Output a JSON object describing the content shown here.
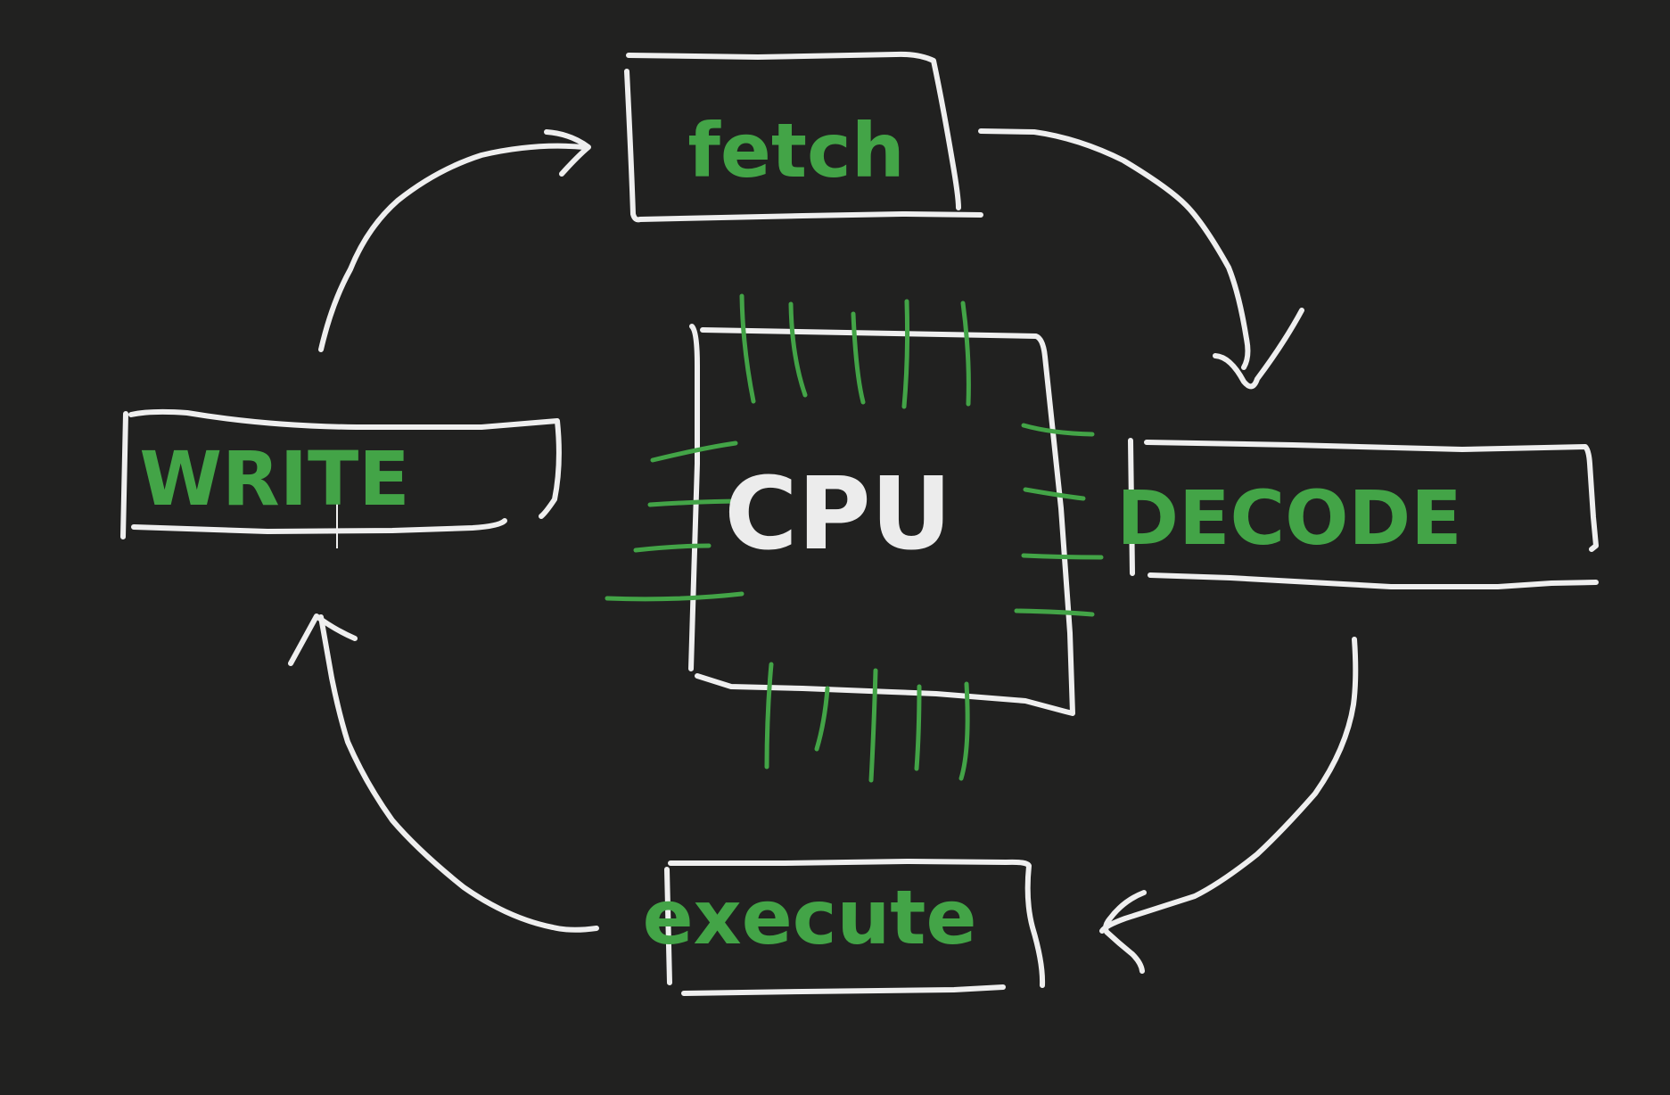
{
  "diagram": {
    "center": {
      "label": "CPU"
    },
    "stages": [
      {
        "id": "fetch",
        "label": "fetch"
      },
      {
        "id": "decode",
        "label": "DECODE"
      },
      {
        "id": "execute",
        "label": "execute"
      },
      {
        "id": "write",
        "label": "WRITE"
      }
    ],
    "flow": [
      "fetch",
      "decode",
      "execute",
      "write",
      "fetch"
    ]
  },
  "colors": {
    "background": "#212120",
    "stroke": "#efefef",
    "accent_green": "#43a447"
  }
}
